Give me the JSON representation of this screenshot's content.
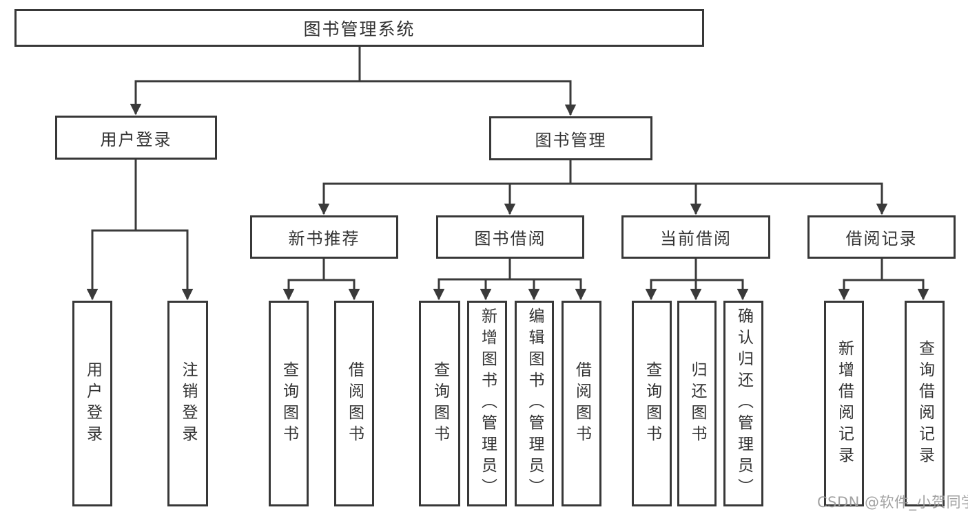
{
  "diagram": {
    "root": {
      "label": "图书管理系统"
    },
    "level1": [
      {
        "label": "用户登录"
      },
      {
        "label": "图书管理"
      }
    ],
    "level2": [
      {
        "label": "新书推荐"
      },
      {
        "label": "图书借阅"
      },
      {
        "label": "当前借阅"
      },
      {
        "label": "借阅记录"
      }
    ],
    "leaves": [
      {
        "parent": "用户登录",
        "label": "用户登录"
      },
      {
        "parent": "用户登录",
        "label": "注销登录"
      },
      {
        "parent": "新书推荐",
        "label": "查询图书"
      },
      {
        "parent": "新书推荐",
        "label": "借阅图书"
      },
      {
        "parent": "图书借阅",
        "label": "查询图书"
      },
      {
        "parent": "图书借阅",
        "label": "新增图书（管理员）"
      },
      {
        "parent": "图书借阅",
        "label": "编辑图书（管理员）"
      },
      {
        "parent": "图书借阅",
        "label": "借阅图书"
      },
      {
        "parent": "当前借阅",
        "label": "查询图书"
      },
      {
        "parent": "当前借阅",
        "label": "归还图书"
      },
      {
        "parent": "当前借阅",
        "label": "确认归还（管理员）"
      },
      {
        "parent": "借阅记录",
        "label": "新增借阅记录"
      },
      {
        "parent": "借阅记录",
        "label": "查询借阅记录"
      }
    ],
    "watermark": "CSDN @软件_小贺同学",
    "colors": {
      "line": "#3a3a3a",
      "border": "#383838",
      "text": "#333333",
      "box_background": "#ffffff",
      "watermark": "#9b9b9b",
      "background": "#ffffff"
    }
  }
}
